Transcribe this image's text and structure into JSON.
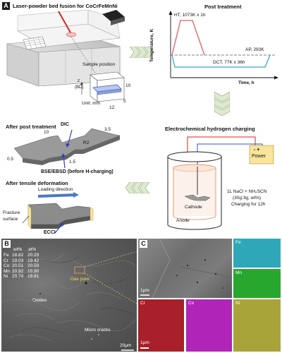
{
  "panelA": {
    "label": "A",
    "lpbf_title": "Laser-powder bed fusion for CoCrFeMnNi",
    "sample_position": "Sample position",
    "dim_10": "10",
    "dim_12": "12",
    "dim_5": "5",
    "build_axis": "z",
    "build_dir": "(BD)",
    "unit": "Unit: mm",
    "post_title": "Post treatment",
    "ylabel": "Temperature, K",
    "xlabel": "Time, h",
    "ht": "HT, 1073K x 1h",
    "ap": "AP, 293K",
    "dct": "DCT, 77K x 36h",
    "after_post": "After post treatment",
    "dic": "DIC",
    "d10": "10",
    "d35": "3.5",
    "r2": "R2",
    "d05": "0.5",
    "d15": "1.5",
    "bse": "BSE/EBSD (before H-charging)",
    "after_tensile": "After tensile deformation",
    "loading": "Loading direction",
    "fracture": "Fracture",
    "surface": "surface",
    "ecci": "ECCI",
    "echc": "Electrochemical hydrogen charging",
    "power_sign": "-  +",
    "power": "Power",
    "cathode": "Cathode",
    "anode": "Anode",
    "sol1": "1L NaCl + NH₄SCN",
    "sol2": "(30g:3g, wt%)",
    "sol3": "Charging for 12h"
  },
  "panelB": {
    "label": "B",
    "comp_header_wt": "wt%",
    "comp_header_at": "at%",
    "composition": [
      {
        "el": "Fe",
        "wt": "18.82",
        "at": "20.29"
      },
      {
        "el": "Cr",
        "wt": "19.03",
        "at": "19.42"
      },
      {
        "el": "Co",
        "wt": "20.51",
        "at": "20.59"
      },
      {
        "el": "Mn",
        "wt": "20.92",
        "at": "19.90"
      },
      {
        "el": "Ni",
        "wt": "20.74",
        "at": "19.81"
      }
    ],
    "gas_pore": "Gas pore",
    "oxides": "Oxides",
    "micro_cracks": "Micro cracks",
    "scale": "20μm"
  },
  "panelC": {
    "label": "C",
    "scale_main": "1μm",
    "scale_small": "1μm",
    "maps": [
      "Fe",
      "Mn",
      "Cr",
      "Co",
      "Ni"
    ],
    "colors": {
      "Fe": "#2ea8b8",
      "Mn": "#27a72e",
      "Cr": "#a8202a",
      "Co": "#b024b8",
      "Ni": "#a8a43a"
    }
  }
}
